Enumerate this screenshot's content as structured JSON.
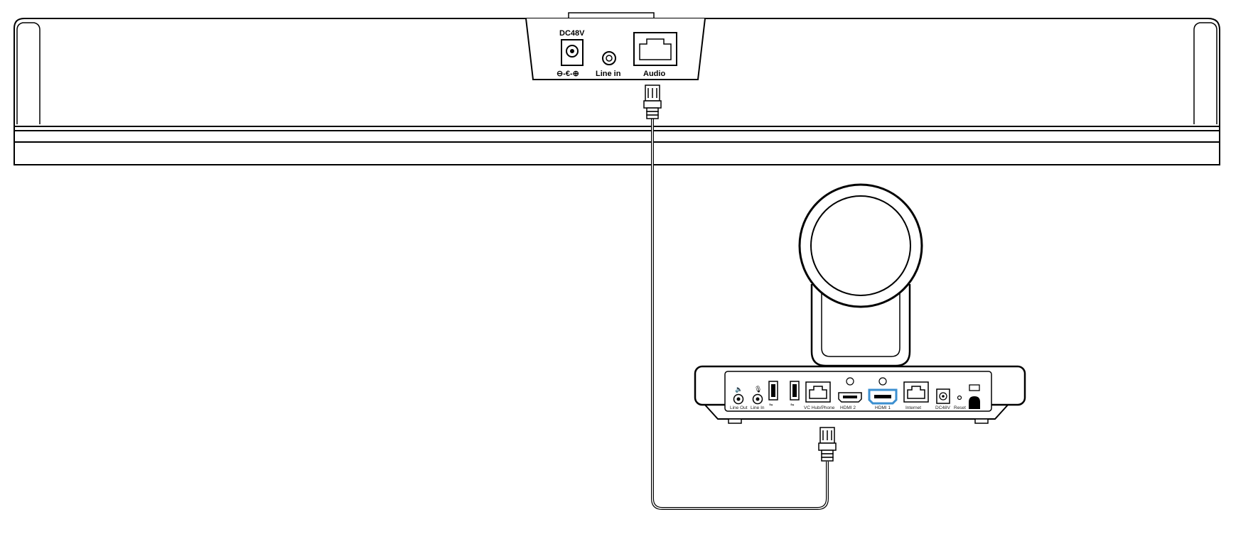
{
  "speaker_bar": {
    "ports": {
      "power_label": "DC48V",
      "polarity_label": "⊖-€-⊕",
      "line_in_label": "Line in",
      "audio_label": "Audio"
    }
  },
  "codec": {
    "ports": {
      "line_out": "Line Out",
      "line_in": "Line In",
      "vc_hub_phone": "VC Hub/Phone",
      "hdmi2": "HDMI 2",
      "hdmi1": "HDMI 1",
      "internet": "Internet",
      "dc48v": "DC48V",
      "reset": "Reset"
    }
  },
  "colors": {
    "line": "#000000",
    "hdmi_highlight": "#3b8fd0",
    "background": "#ffffff"
  }
}
